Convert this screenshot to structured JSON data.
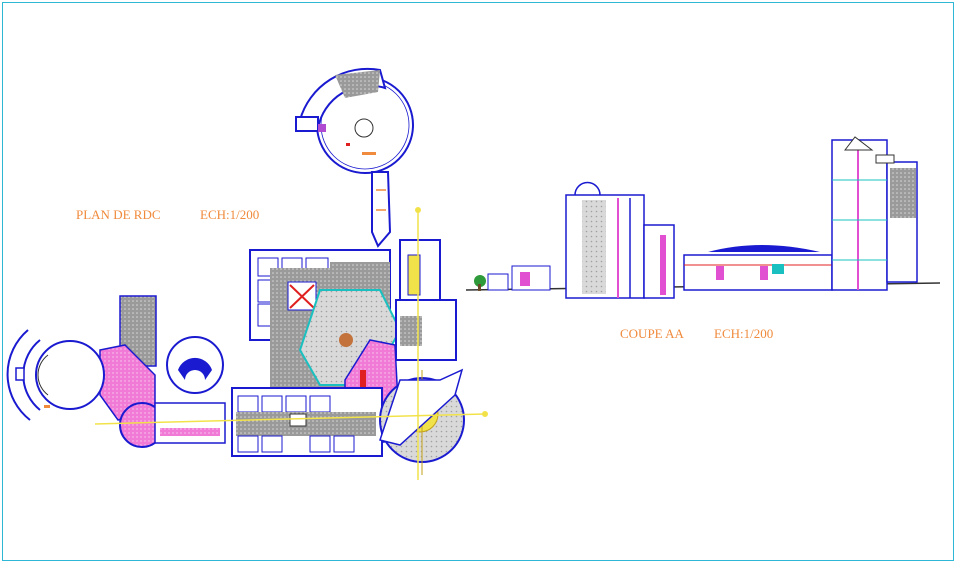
{
  "plan": {
    "title": "PLAN DE RDC",
    "scale": "ECH:1/200"
  },
  "section": {
    "title": "COUPE AA",
    "scale": "ECH:1/200"
  },
  "colors": {
    "frame": "#2fb7d6",
    "wall": "#1a1ad0",
    "hatch_gray": "#8a8a8a",
    "pink": "#f080d8",
    "yellow": "#f2e24a",
    "red": "#e02020",
    "label": "#f08a3c"
  }
}
